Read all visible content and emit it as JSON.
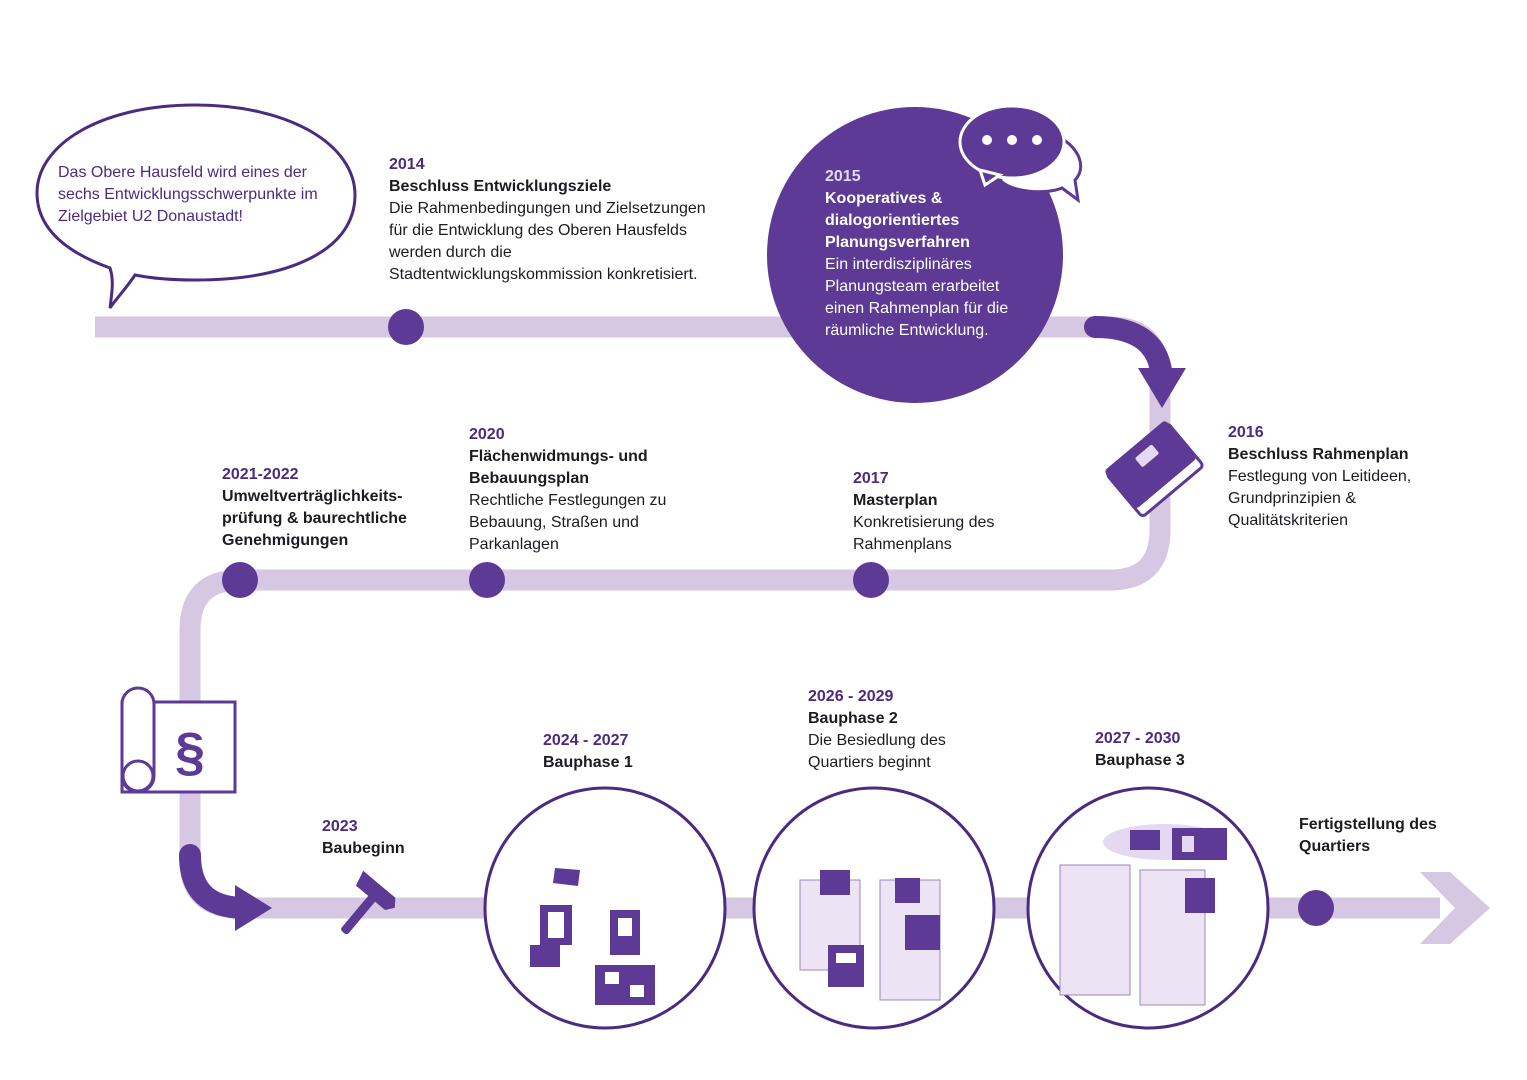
{
  "colors": {
    "accent": "#5d3a96",
    "track": "#d6c7e2",
    "text_purple": "#4b2a82"
  },
  "speech_bubble": {
    "text": "Das Obere Hausfeld wird eines der sechs Entwicklungsschwerpunkte im Zielgebiet U2 Donaustadt!"
  },
  "milestones": [
    {
      "year": "2014",
      "title": "Beschluss Entwicklungsziele",
      "desc": "Die Rahmenbedingungen und Zielsetzungen für die Entwicklung des Oberen Hausfelds werden durch die Stadtentwicklungskommission konkretisiert."
    },
    {
      "year": "2015",
      "title": "Kooperatives & dialogorientiertes Planungsverfahren",
      "desc": "Ein interdisziplinäres Planungsteam erarbeitet einen Rahmenplan für die räumliche Entwicklung."
    },
    {
      "year": "2016",
      "title": "Beschluss Rahmenplan",
      "desc": "Festlegung von Leitideen, Grundprinzipien & Qualitätskriterien"
    },
    {
      "year": "2017",
      "title": "Masterplan",
      "desc": "Konkretisierung des Rahmenplans"
    },
    {
      "year": "2020",
      "title": "Flächenwidmungs- und Bebauungsplan",
      "desc": "Rechtliche Festlegungen zu Bebauung, Straßen und Parkanlagen"
    },
    {
      "year": "2021-2022",
      "title": "Umweltverträglichkeits-prüfung & baurechtliche Genehmigungen",
      "desc": ""
    },
    {
      "year": "2023",
      "title": "Baubeginn",
      "desc": ""
    },
    {
      "year": "2024 - 2027",
      "title": "Bauphase 1",
      "desc": ""
    },
    {
      "year": "2026 - 2029",
      "title": "Bauphase 2",
      "desc": "Die Besiedlung des Quartiers beginnt"
    },
    {
      "year": "2027 - 2030",
      "title": "Bauphase 3",
      "desc": ""
    },
    {
      "year": "",
      "title": "Fertigstellung des Quartiers",
      "desc": ""
    }
  ],
  "icons": {
    "paragraph": "§"
  }
}
